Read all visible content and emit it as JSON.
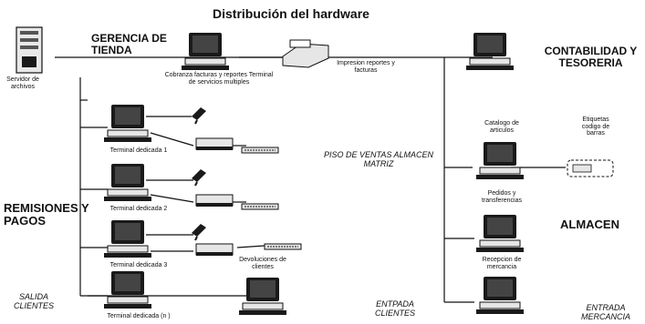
{
  "title": "Distribución del hardware",
  "sections": {
    "gerencia": "GERENCIA DE TIENDA",
    "contabilidad": "CONTABILIDAD Y TESORERIA",
    "remisiones": "REMISIONES Y PAGOS",
    "almacen": "ALMACEN",
    "piso_ventas": "PISO DE VENTAS ALMACEN MATRIZ",
    "salida_clientes": "SALIDA CLIENTES",
    "entrada_clientes": "ENTPADA CLIENTES",
    "entrada_mercancia": "ENTRADA MERCANCIA"
  },
  "labels": {
    "servidor": "Servidor de archivos",
    "cobranza": "Cobranza facturas y reportes Terminal de servicios multiples",
    "impresion": "Impresion reportes y facturas",
    "terminal_1": "Terminal dedicada 1",
    "terminal_2": "Terminal dedicada 2",
    "terminal_3": "Terminal dedicada 3",
    "terminal_n": "Terminal dedicada (n )",
    "devoluciones": "Devoluciones de clientes",
    "catalogo": "Catalogo de articulos",
    "etiquetas": "Etiquetas codigo de barras",
    "pedidos": "Pedidos y transferencias",
    "recepcion": "Recepcion de mercancia"
  },
  "icons": {
    "server": "server-tower-icon",
    "workstation": "workstation-icon",
    "printer": "printer-icon",
    "scanner": "barcode-scanner-icon",
    "cash_drawer": "cash-drawer-icon",
    "keyboard": "keyboard-icon"
  },
  "colors": {
    "line": "#111111",
    "device_dark": "#1a1a1a",
    "device_light": "#e6e6e6"
  }
}
